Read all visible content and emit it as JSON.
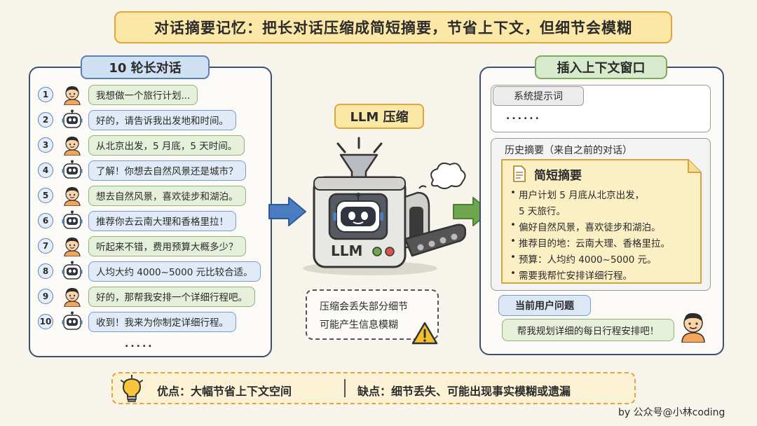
{
  "title": "对话摘要记忆：把长对话压缩成简短摘要，节省上下文，但细节会模糊",
  "left_panel": {
    "header": "10 轮长对话",
    "turns": [
      {
        "num": "1",
        "speaker": "user",
        "text": "我想做一个旅行计划..."
      },
      {
        "num": "2",
        "speaker": "bot",
        "text": "好的，请告诉我出发地和时间。"
      },
      {
        "num": "3",
        "speaker": "user",
        "text": "从北京出发，5 月底，5 天时间。"
      },
      {
        "num": "4",
        "speaker": "bot",
        "text": "了解！你想去自然风景还是城市？"
      },
      {
        "num": "5",
        "speaker": "user",
        "text": "想去自然风景，喜欢徒步和湖泊。"
      },
      {
        "num": "6",
        "speaker": "bot",
        "text": "推荐你去云南大理和香格里拉！"
      },
      {
        "num": "7",
        "speaker": "user",
        "text": "听起来不错，费用预算大概多少？"
      },
      {
        "num": "8",
        "speaker": "bot",
        "text": "人均大约 4000~5000 元比较合适。"
      },
      {
        "num": "9",
        "speaker": "user",
        "text": "好的，那帮我安排一个详细行程吧。"
      },
      {
        "num": "10",
        "speaker": "bot",
        "text": "收到！我来为你制定详细行程。"
      }
    ],
    "ellipsis": "....."
  },
  "middle": {
    "label": "LLM 压缩",
    "machine_text": "LLM",
    "note_lines": [
      "压缩会丢失部分细节",
      "可能产生信息模糊"
    ]
  },
  "right_panel": {
    "header": "插入上下文窗口",
    "system_prompt_label": "系统提示词",
    "system_prompt_dots": "......",
    "history_label": "历史摘要（来自之前的对话）",
    "summary_title": "简短摘要",
    "summary_lines": [
      {
        "bullet": true,
        "text": "用户计划 5 月底从北京出发，"
      },
      {
        "bullet": false,
        "text": "5 天旅行。"
      },
      {
        "bullet": true,
        "text": "偏好自然风景，喜欢徒步和湖泊。"
      },
      {
        "bullet": true,
        "text": "推荐目的地：云南大理、香格里拉。"
      },
      {
        "bullet": true,
        "text": "预算：人均约 4000~5000 元。"
      },
      {
        "bullet": true,
        "text": "需要我帮忙安排详细行程。"
      }
    ],
    "bullet_char": "•",
    "current_question_label": "当前用户问题",
    "current_question": "帮我规划详细的每日行程安排吧！"
  },
  "bottom": {
    "pros": "优点：大幅节省上下文空间",
    "cons": "缺点：细节丢失、可能出现事实模糊或遗漏"
  },
  "credit": "by 公众号@小林coding",
  "colors": {
    "title_fill": "#fbe7a6",
    "title_border": "#e2a53a",
    "user_bubble": "#e5efd9",
    "bot_bubble": "#e1ebf7",
    "blue_arrow": "#4a7cc2",
    "green_arrow": "#6fa54d"
  }
}
